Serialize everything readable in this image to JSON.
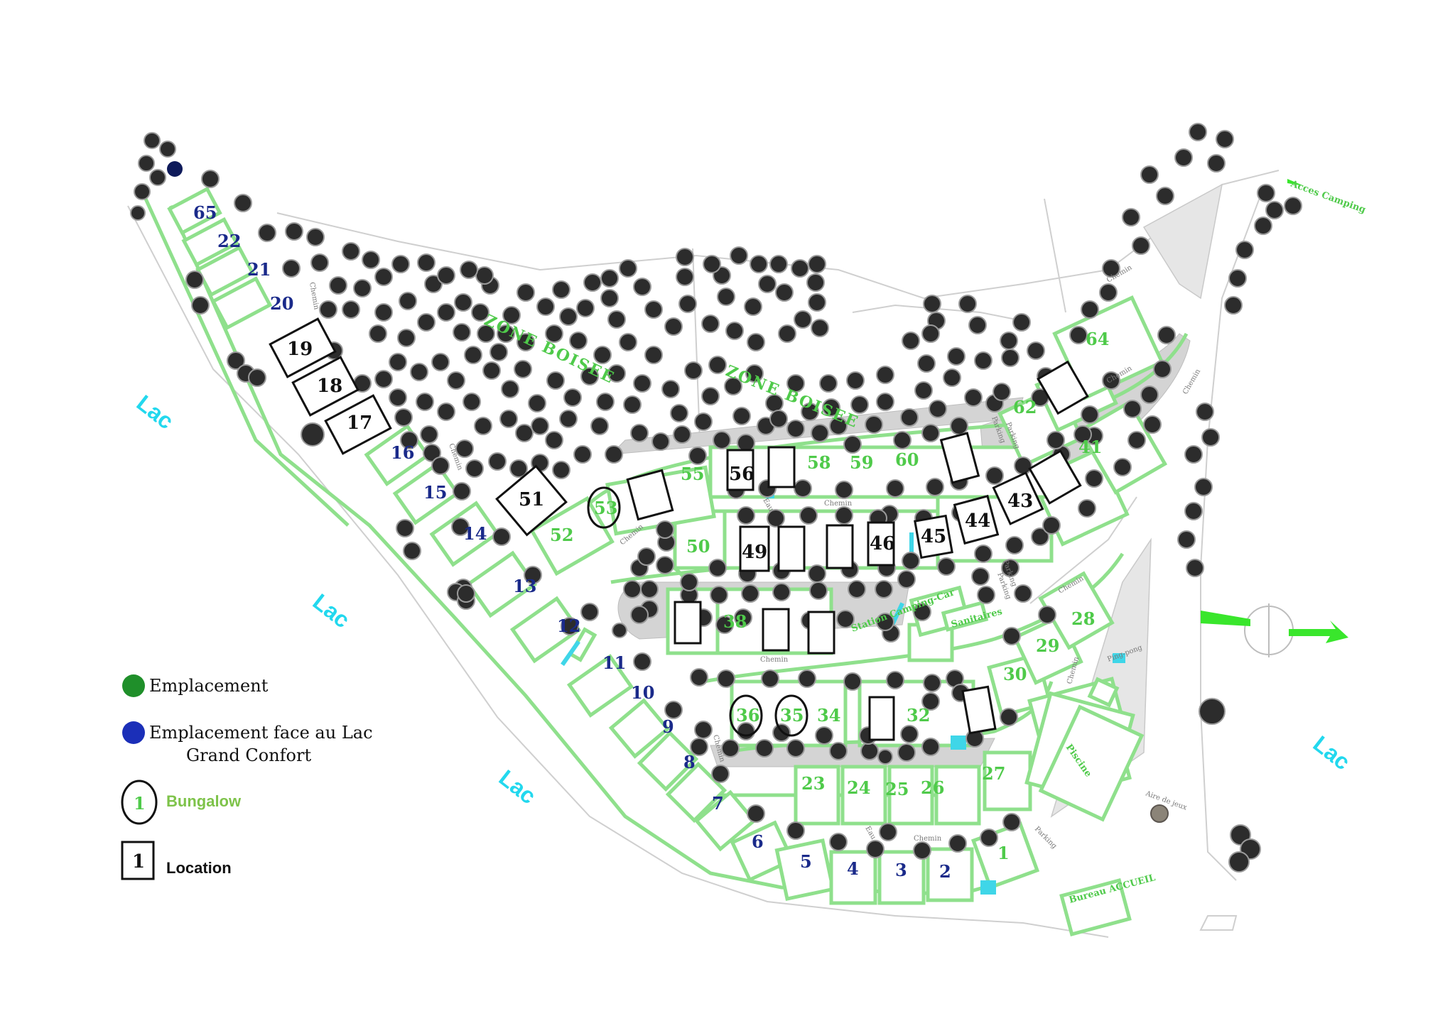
{
  "lake_labels": [
    "Lac",
    "Lac",
    "Lac",
    "Lac"
  ],
  "zone_labels": [
    "ZONE BOISEE",
    "ZONE BOISEE"
  ],
  "lakeside_plots": [
    "65",
    "22",
    "21",
    "20",
    "16",
    "15",
    "14",
    "13",
    "12",
    "11",
    "10",
    "9",
    "8",
    "7",
    "6",
    "5",
    "4",
    "3",
    "2"
  ],
  "green_plots": [
    "64",
    "62",
    "41",
    "60",
    "59",
    "58",
    "55",
    "52",
    "50",
    "38",
    "34",
    "23",
    "24",
    "25",
    "26",
    "27",
    "28",
    "29",
    "30",
    "32",
    "1"
  ],
  "location_numbered": [
    "19",
    "18",
    "17",
    "51",
    "56",
    "49",
    "46",
    "45",
    "44",
    "43"
  ],
  "bungalows": [
    "53",
    "36",
    "35"
  ],
  "facilities": {
    "sanitaires": "Sanitaires",
    "station": "Station Camping-Car",
    "piscine": "Piscine",
    "aire_jeux": "Aire de jeux",
    "bureau": "Bureau ACCUEIL",
    "parking": "Parking",
    "acces": "Acces Camping",
    "chemin": "Chemin",
    "eau": "Eau",
    "ping_pong": "Ping-pong"
  },
  "legend": {
    "emplacement": "Emplacement",
    "face_lac_line1": "Emplacement face au Lac",
    "face_lac_line2": "Grand Confort",
    "bungalow_symbol": "1",
    "bungalow": "Bungalow",
    "location_symbol": "1",
    "location": "Location",
    "color_emplacement": "#1f8f2a",
    "color_face_lac": "#1b2fb8"
  },
  "colors": {
    "plot_border": "#8fe08c",
    "number_blue": "#1a2a8a",
    "number_green": "#4fca4a",
    "lake_label": "#22d8ee",
    "arrow": "#39e62c"
  }
}
